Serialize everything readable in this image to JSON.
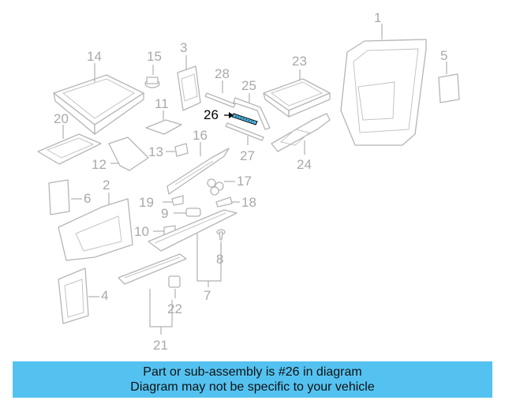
{
  "diagram": {
    "highlight_color": "#54c2f1",
    "part_numbers": {
      "p1": "1",
      "p2": "2",
      "p4": "4",
      "p5": "5",
      "p6": "6",
      "p7": "7",
      "p8": "8",
      "p9": "9",
      "p10": "10",
      "p11": "11",
      "p12": "12",
      "p13": "13",
      "p14": "14",
      "p15": "15",
      "p16": "16",
      "p17": "17",
      "p18": "18",
      "p19": "19",
      "p20": "20",
      "p21": "21",
      "p22": "22",
      "p23": "23",
      "p24": "24",
      "p25": "25",
      "p26": "26",
      "p27": "27",
      "p28": "28",
      "p3": "3"
    },
    "highlighted_part": "26"
  },
  "banner": {
    "line1": "Part or sub-assembly is #26 in diagram",
    "line2": "Diagram may not be specific to your vehicle",
    "background": "#54c2f1"
  }
}
